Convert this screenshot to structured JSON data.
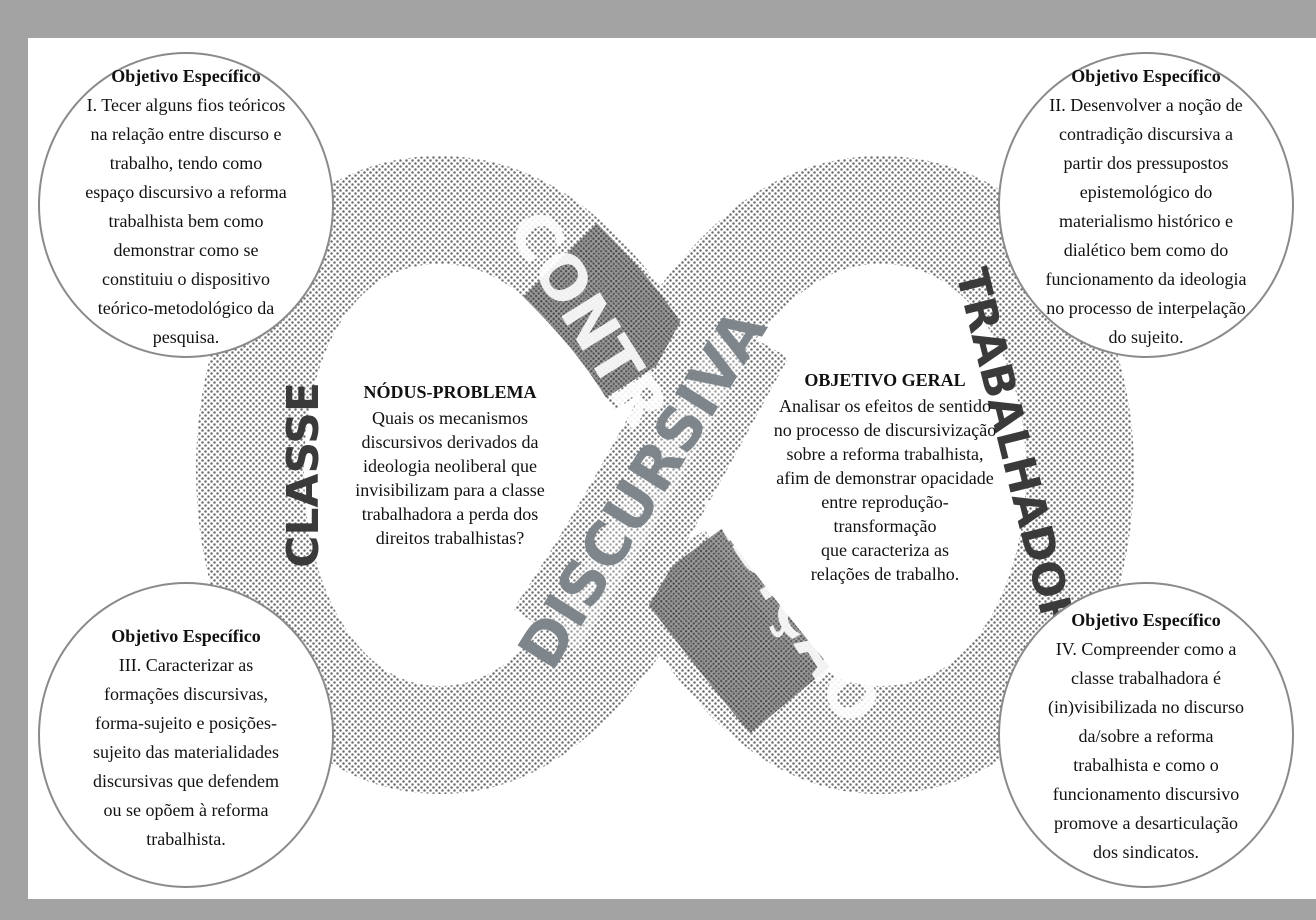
{
  "diagram": {
    "colors": {
      "band": "#9a9a9a",
      "band_dark": "#555555",
      "frame": "#a3a3a3",
      "word_dark": "#3a3a3a",
      "word_light": "#ffffff",
      "word_mid": "#7e868c"
    },
    "objectives": [
      {
        "heading": "Objetivo Específico",
        "text": "I. Tecer alguns fios teóricos\nna relação entre discurso e\ntrabalho, tendo como\nespaço discursivo a reforma\ntrabalhista bem como\ndemonstrar como se\nconstituiu o dispositivo\nteórico-metodológico da\npesquisa."
      },
      {
        "heading": "Objetivo Específico",
        "text": "II. Desenvolver a noção de\ncontradição discursiva a\npartir dos pressupostos\nepistemológico do\nmaterialismo histórico e\ndialético bem como do\nfuncionamento da ideologia\nno processo de interpelação\ndo sujeito."
      },
      {
        "heading": "Objetivo Específico",
        "text": "III. Caracterizar as\nformações discursivas,\nforma-sujeito e posições-\nsujeito das materialidades\ndiscursivas que defendem\nou se opõem à reforma\ntrabalhista."
      },
      {
        "heading": "Objetivo Específico",
        "text": "IV. Compreender como a\nclasse trabalhadora é\n(in)visibilizada no discurso\nda/sobre a reforma\ntrabalhista e como o\nfuncionamento discursivo\npromove a desarticulação\ndos sindicatos."
      }
    ],
    "nodus_problema": {
      "heading": "NÓDUS-PROBLEMA",
      "text": "Quais os mecanismos\ndiscursivos derivados da\nideologia neoliberal que\ninvisibilizam para a classe\ntrabalhadora a perda dos\ndireitos trabalhistas?"
    },
    "objetivo_geral": {
      "heading": "OBJETIVO GERAL",
      "text": "Analisar os efeitos de sentido\nno processo de discursivização\nsobre a reforma trabalhista,\nafim de demonstrar opacidade\nentre reprodução-transformação\nque caracteriza as\nrelações de trabalho."
    },
    "band_words": {
      "classe": "CLASSE",
      "contr": "CONTR",
      "discursiva": "DISCURSIVA",
      "adicao": "ADIÇÃO",
      "trabalhadora": "TRABALHADORA"
    }
  }
}
